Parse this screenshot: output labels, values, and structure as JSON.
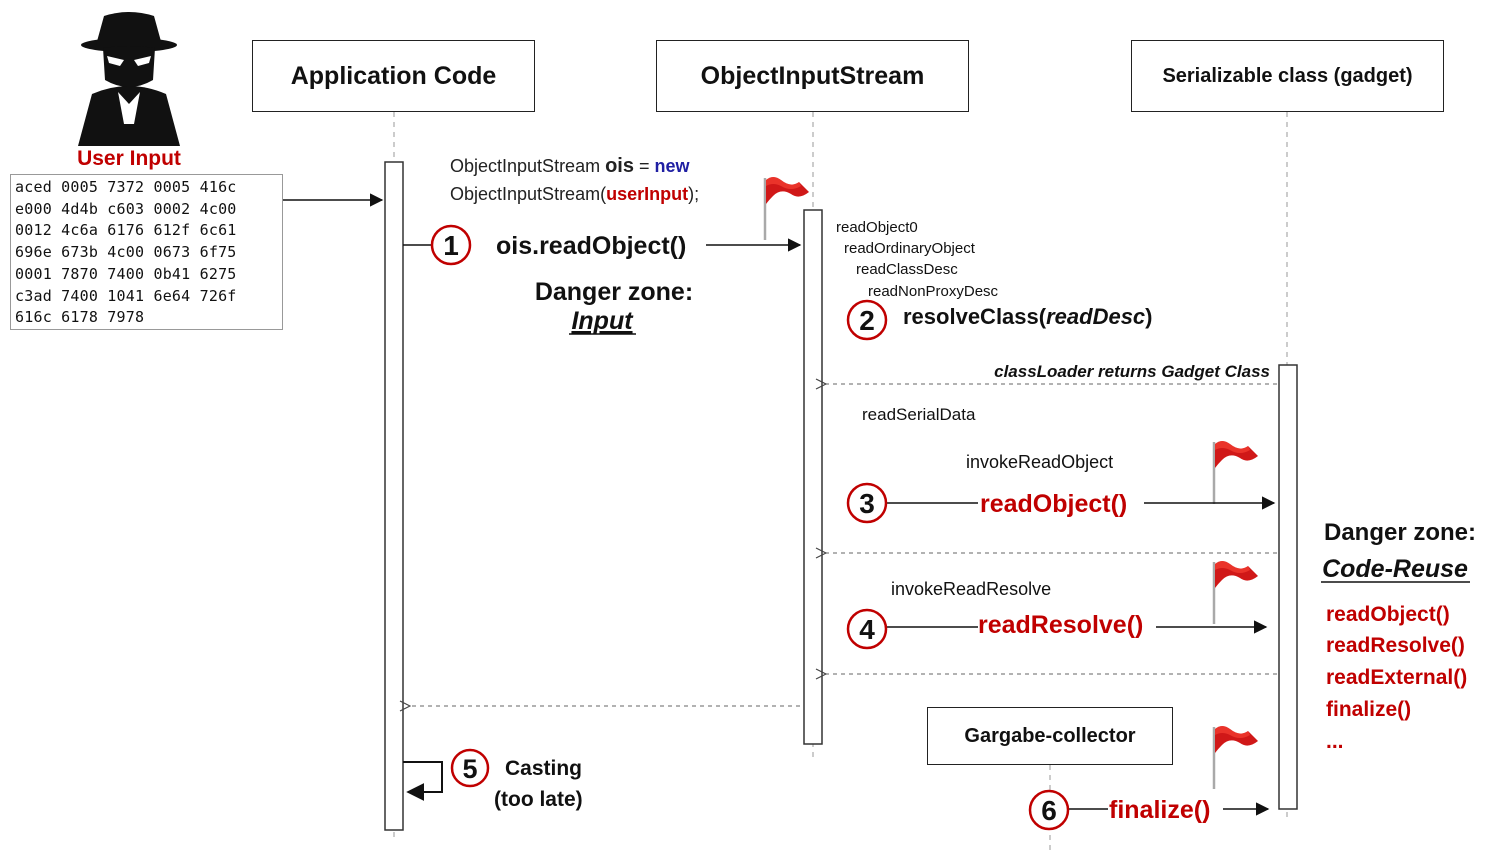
{
  "colors": {
    "line": "#111111",
    "accent": "#c00000",
    "keyword": "#1f1fa3",
    "lifeline": "#9a9a9a"
  },
  "user": {
    "icon": "spy-icon",
    "label": "User Input",
    "hex_lines": [
      "aced 0005 7372 0005 416c",
      "e000 4d4b c603 0002 4c00",
      "0012 4c6a 6176 612f 6c61",
      "696e 673b 4c00 0673 6f75",
      "0001 7870 7400 0b41 6275",
      "c3ad 7400 1041 6e64 726f",
      "616c 6178 7978"
    ]
  },
  "participants": {
    "app": "Application Code",
    "ois": "ObjectInputStream",
    "gadget": "Serializable class (gadget)",
    "gc": "Gargabe-collector"
  },
  "code": {
    "line1_a": "ObjectInputStream ",
    "line1_b": "ois",
    "line1_c": " = ",
    "line1_d": "new",
    "line2_a": "ObjectInputStream(",
    "line2_b": "userInput",
    "line2_c": ");"
  },
  "steps": {
    "s1": {
      "num": "1",
      "label": "ois.readObject()"
    },
    "s2": {
      "num": "2",
      "label_a": "resolveClass(",
      "label_b": "readDesc",
      "label_c": ")"
    },
    "s3": {
      "num": "3",
      "label": "readObject()",
      "caption": "invokeReadObject"
    },
    "s4": {
      "num": "4",
      "label": "readResolve()",
      "caption": "invokeReadResolve"
    },
    "s5": {
      "num": "5",
      "label_line1": "Casting",
      "label_line2": "(too late)"
    },
    "s6": {
      "num": "6",
      "label": "finalize()"
    }
  },
  "call_stack": [
    "readObject0",
    "readOrdinaryObject",
    "readClassDesc",
    "readNonProxyDesc"
  ],
  "messages": {
    "class_loader": "classLoader returns Gadget Class",
    "read_serial": "readSerialData"
  },
  "danger_input": {
    "title": "Danger zone:",
    "subtitle": "Input"
  },
  "danger_reuse": {
    "title": "Danger zone:",
    "subtitle": "Code-Reuse",
    "methods": [
      "readObject()",
      "readResolve()",
      "readExternal()",
      "finalize()",
      "..."
    ]
  }
}
